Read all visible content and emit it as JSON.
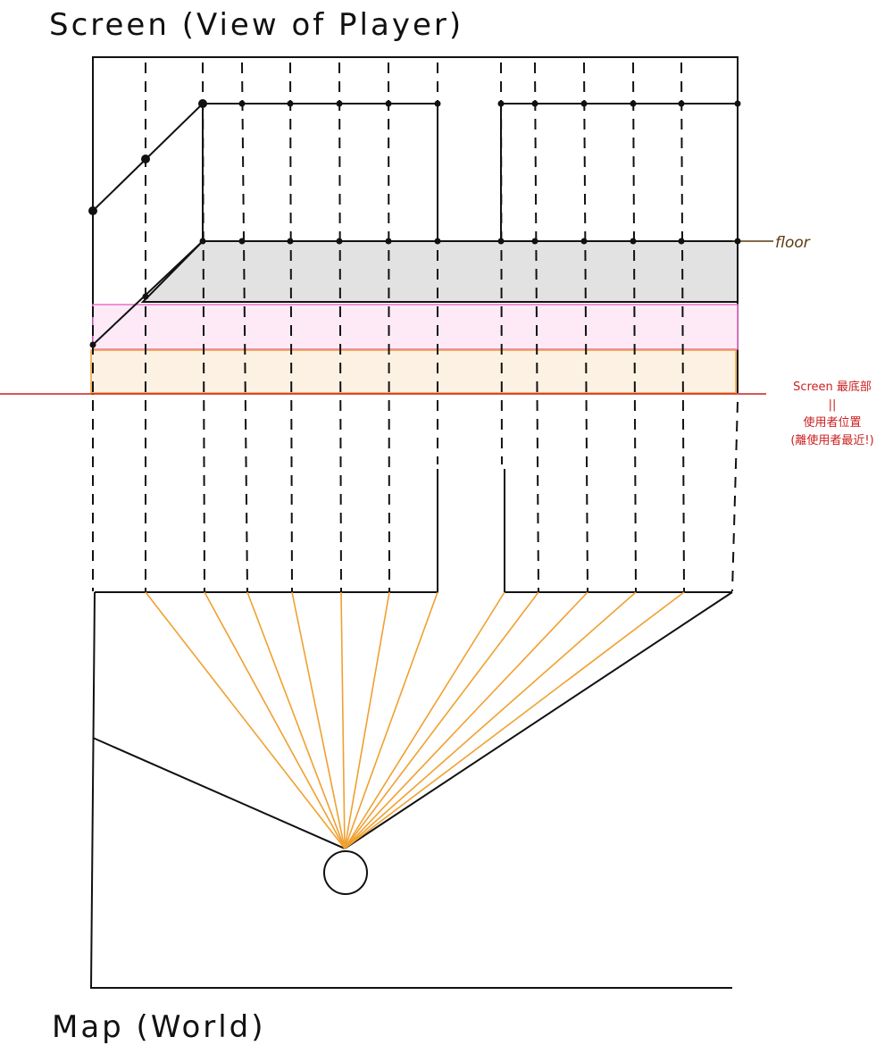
{
  "titles": {
    "screen": "Screen (View of Player)",
    "map": "Map (World)"
  },
  "annotations": {
    "floor": "floor",
    "screen_bottom_1": "Screen 最底部",
    "screen_bottom_2": "||",
    "screen_bottom_3": "使用者位置",
    "screen_bottom_4": "(離使用者最近!)"
  },
  "colors": {
    "ink": "#111111",
    "ray_orange": "#f0a030",
    "floor_gray": "#e2e2e2",
    "band_pink_fill": "#fdeaf6",
    "band_pink_stroke": "#e870c8",
    "band_orange_fill": "#fdf1e4",
    "band_orange_stroke": "#f0a030",
    "annotation_red": "#cc1f1f",
    "annotation_brown": "#5a3a10"
  }
}
